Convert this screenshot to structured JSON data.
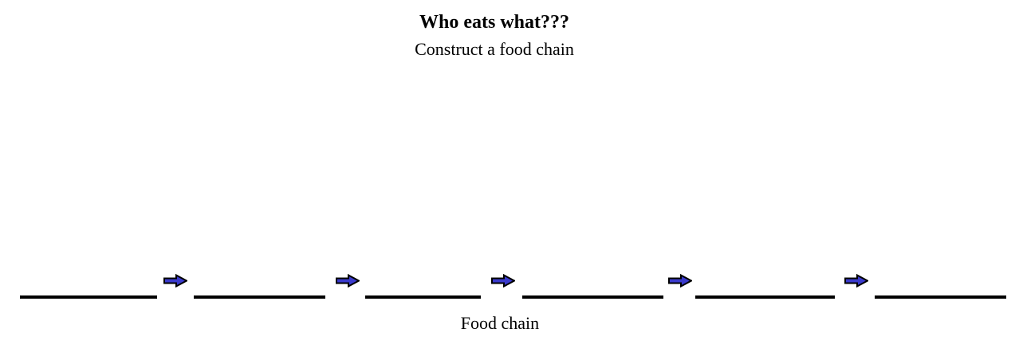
{
  "page": {
    "title": "Who eats what???",
    "subtitle": "Construct a food chain"
  },
  "chain": {
    "label": "Food chain",
    "slots": [
      "",
      "",
      "",
      "",
      "",
      ""
    ],
    "arrow_icon": "right-block-arrow",
    "colors": {
      "arrow_fill": "#3A3ACC",
      "arrow_outline": "#000000",
      "blank_line": "#000000"
    }
  }
}
